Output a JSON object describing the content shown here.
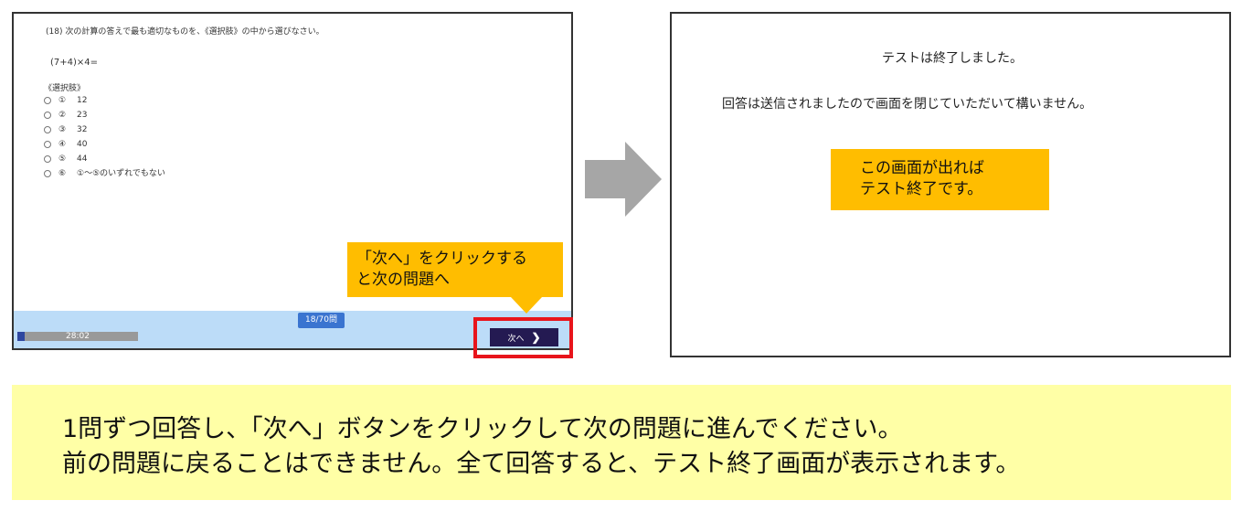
{
  "quiz": {
    "question": "(18) 次の計算の答えで最も適切なものを、《選択肢》の中から選びなさい。",
    "formula": "(7+4)×4=",
    "choices_label": "《選択肢》",
    "choices": [
      {
        "num": "①",
        "text": "12"
      },
      {
        "num": "②",
        "text": "23"
      },
      {
        "num": "③",
        "text": "32"
      },
      {
        "num": "④",
        "text": "40"
      },
      {
        "num": "⑤",
        "text": "44"
      },
      {
        "num": "⑥",
        "text": "①〜⑤のいずれでもない"
      }
    ],
    "progress_label": "18/70問",
    "timer": "28:02",
    "timer_remaining_fraction": 0.06,
    "next_label": "次へ",
    "next_chevron": "❯"
  },
  "callout_left": {
    "line1": "「次へ」をクリックする",
    "line2": "と次の問題へ"
  },
  "end_screen": {
    "title": "テストは終了しました。",
    "message": "回答は送信されましたので画面を閉じていただいて構いません。",
    "callout_line1": "この画面が出れば",
    "callout_line2": "テスト終了です。"
  },
  "instructions": {
    "line1": "1問ずつ回答し、「次へ」ボタンをクリックして次の問題に進んでください。",
    "line2": "前の問題に戻ることはできません。全て回答すると、テスト終了画面が表示されます。"
  },
  "colors": {
    "callout": "#ffbd00",
    "highlight_frame": "#e8141b",
    "button": "#241a52",
    "instruction_bg": "#ffffa6",
    "arrow": "#a6a6a6",
    "bottom_bar": "#bcdcf8",
    "progress_pill": "#3a74d0"
  }
}
